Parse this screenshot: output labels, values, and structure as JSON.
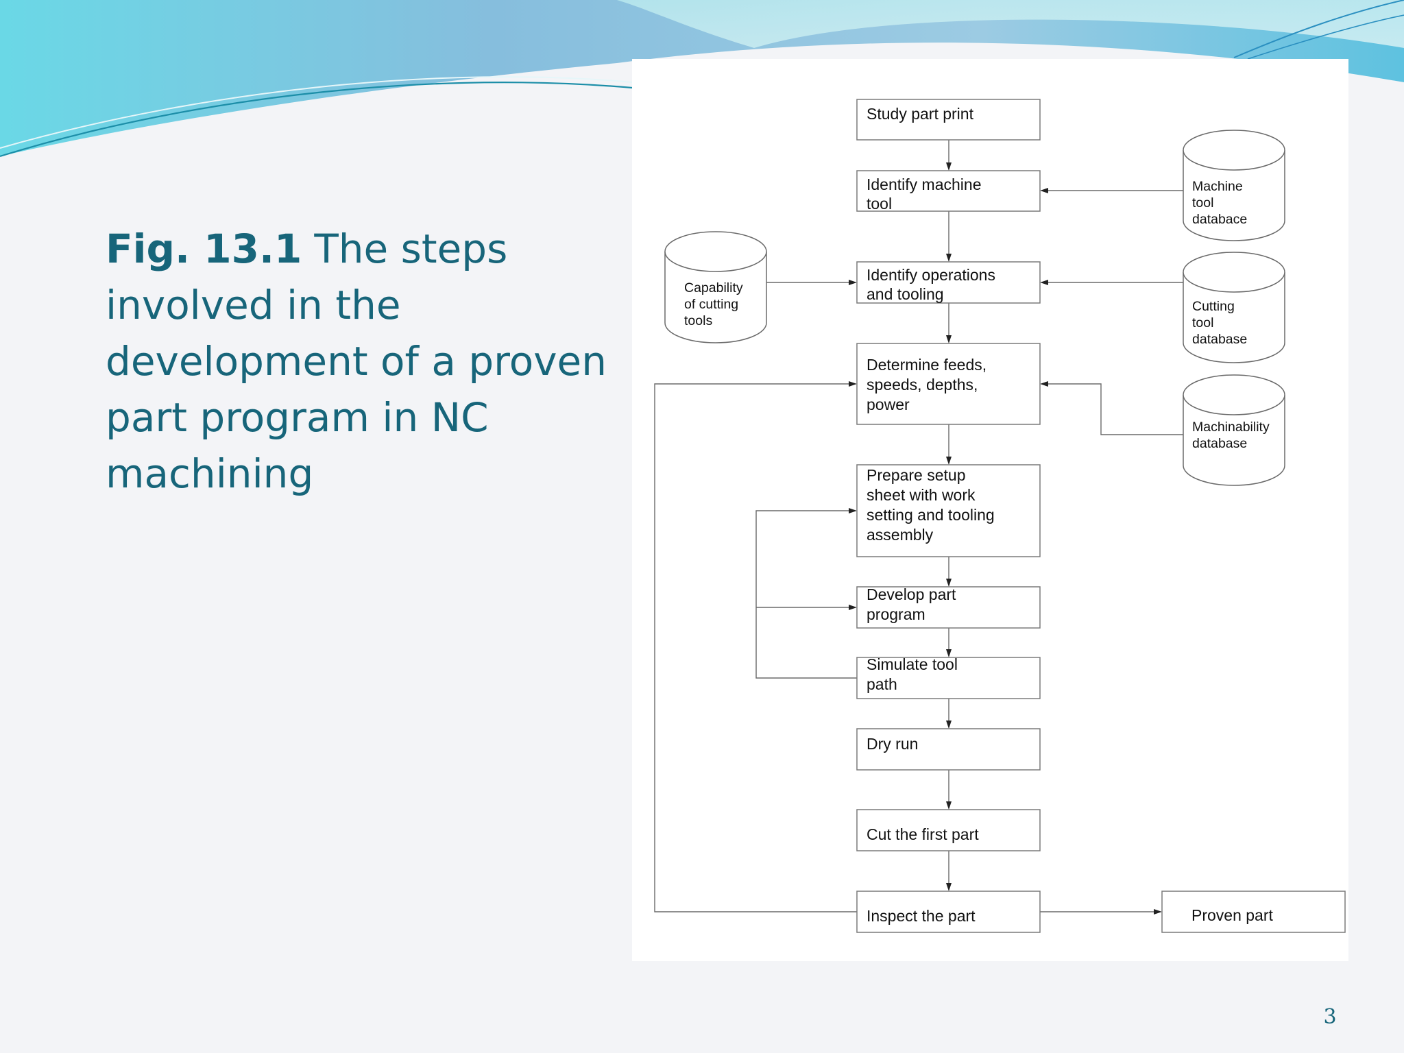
{
  "slide": {
    "caption_number": "Fig. 13.1",
    "caption_lines": [
      "The steps",
      "involved in the",
      "development of a proven",
      "part program in NC",
      "machining"
    ],
    "page_number": "3"
  },
  "diagram": {
    "steps": [
      [
        "Study part print"
      ],
      [
        "Identify machine",
        "tool"
      ],
      [
        "Identify operations",
        "and tooling"
      ],
      [
        "Determine feeds,",
        "speeds, depths,",
        "power"
      ],
      [
        "Prepare setup",
        "sheet with work",
        "setting and tooling",
        "assembly"
      ],
      [
        "Develop part",
        "program"
      ],
      [
        "Simulate tool",
        "path"
      ],
      [
        "Dry run"
      ],
      [
        "Cut the first part"
      ],
      [
        "Inspect the part"
      ]
    ],
    "output": [
      "Proven part"
    ],
    "databases": {
      "machine_tool": [
        "Machine",
        "tool",
        "databace"
      ],
      "cutting_capability": [
        "Capability",
        "of cutting",
        "tools"
      ],
      "cutting_tool": [
        "Cutting",
        "tool",
        "database"
      ],
      "machinability": [
        "Machinability",
        "database"
      ]
    }
  },
  "colors": {
    "caption": "#17657a",
    "page_background": "#f3f4f7",
    "wave_teal": "#5fd3e0",
    "wave_blue": "#7fb7d8"
  }
}
